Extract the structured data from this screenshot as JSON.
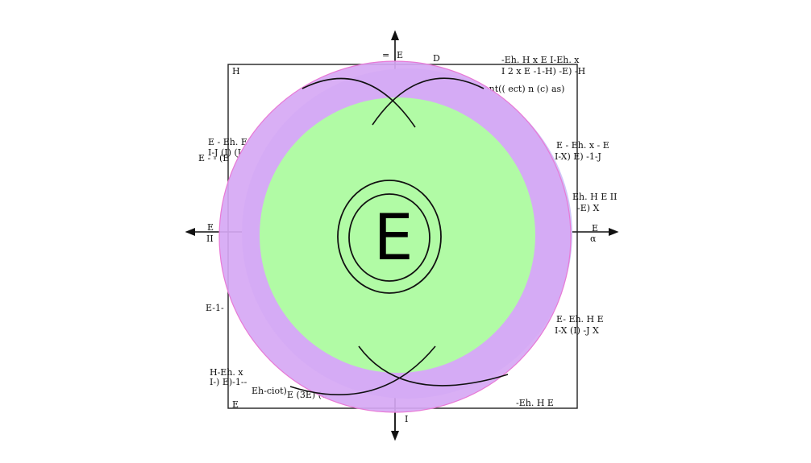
{
  "center_label": "E",
  "colors": {
    "outer_disk": "#d6a8f4",
    "outer_disk_right": "#cfc5f8",
    "inner_disk": "#b1fba5",
    "outline": "#e87ad6",
    "ink": "#111111"
  },
  "labels": {
    "top_axis": "E",
    "top_eq": "=",
    "top_arrow_label": "D",
    "left_axis_top": "E",
    "left_axis_bottom": "II",
    "right_axis_top": "E",
    "right_axis_alpha": "α",
    "bottom_axis": "I",
    "corner_tl": "H",
    "corner_bl": "E",
    "e_minus_i": "E-1-",
    "right_mid_a": "E - Eh. x - E",
    "right_mid_b": "I-X) E) -1-J",
    "right_mid_c": "Eh. H E II",
    "right_mid_d": "-E) X",
    "right_low_a": "E- Eh. H E",
    "right_low_b": "I-X (I) -J X",
    "top_right_a": "-Eh. H x  E   I-Eh. x",
    "top_right_b": "I 2 x  E -1-H) -E) -H",
    "top_right_c": "seent(( ect) n (c) as)",
    "bottom_left_a": "H-Eh. x",
    "bottom_left_b": "I-) E)-1--",
    "bottom_left_c": "Eh-ciot)",
    "bottom_mid": "E (3E) (e",
    "bottom_right": "-Eh. H E",
    "left_block_a": "E - Eh. E",
    "left_block_b": "I-J (I) (J",
    "left_block_c": "E - - (E"
  }
}
